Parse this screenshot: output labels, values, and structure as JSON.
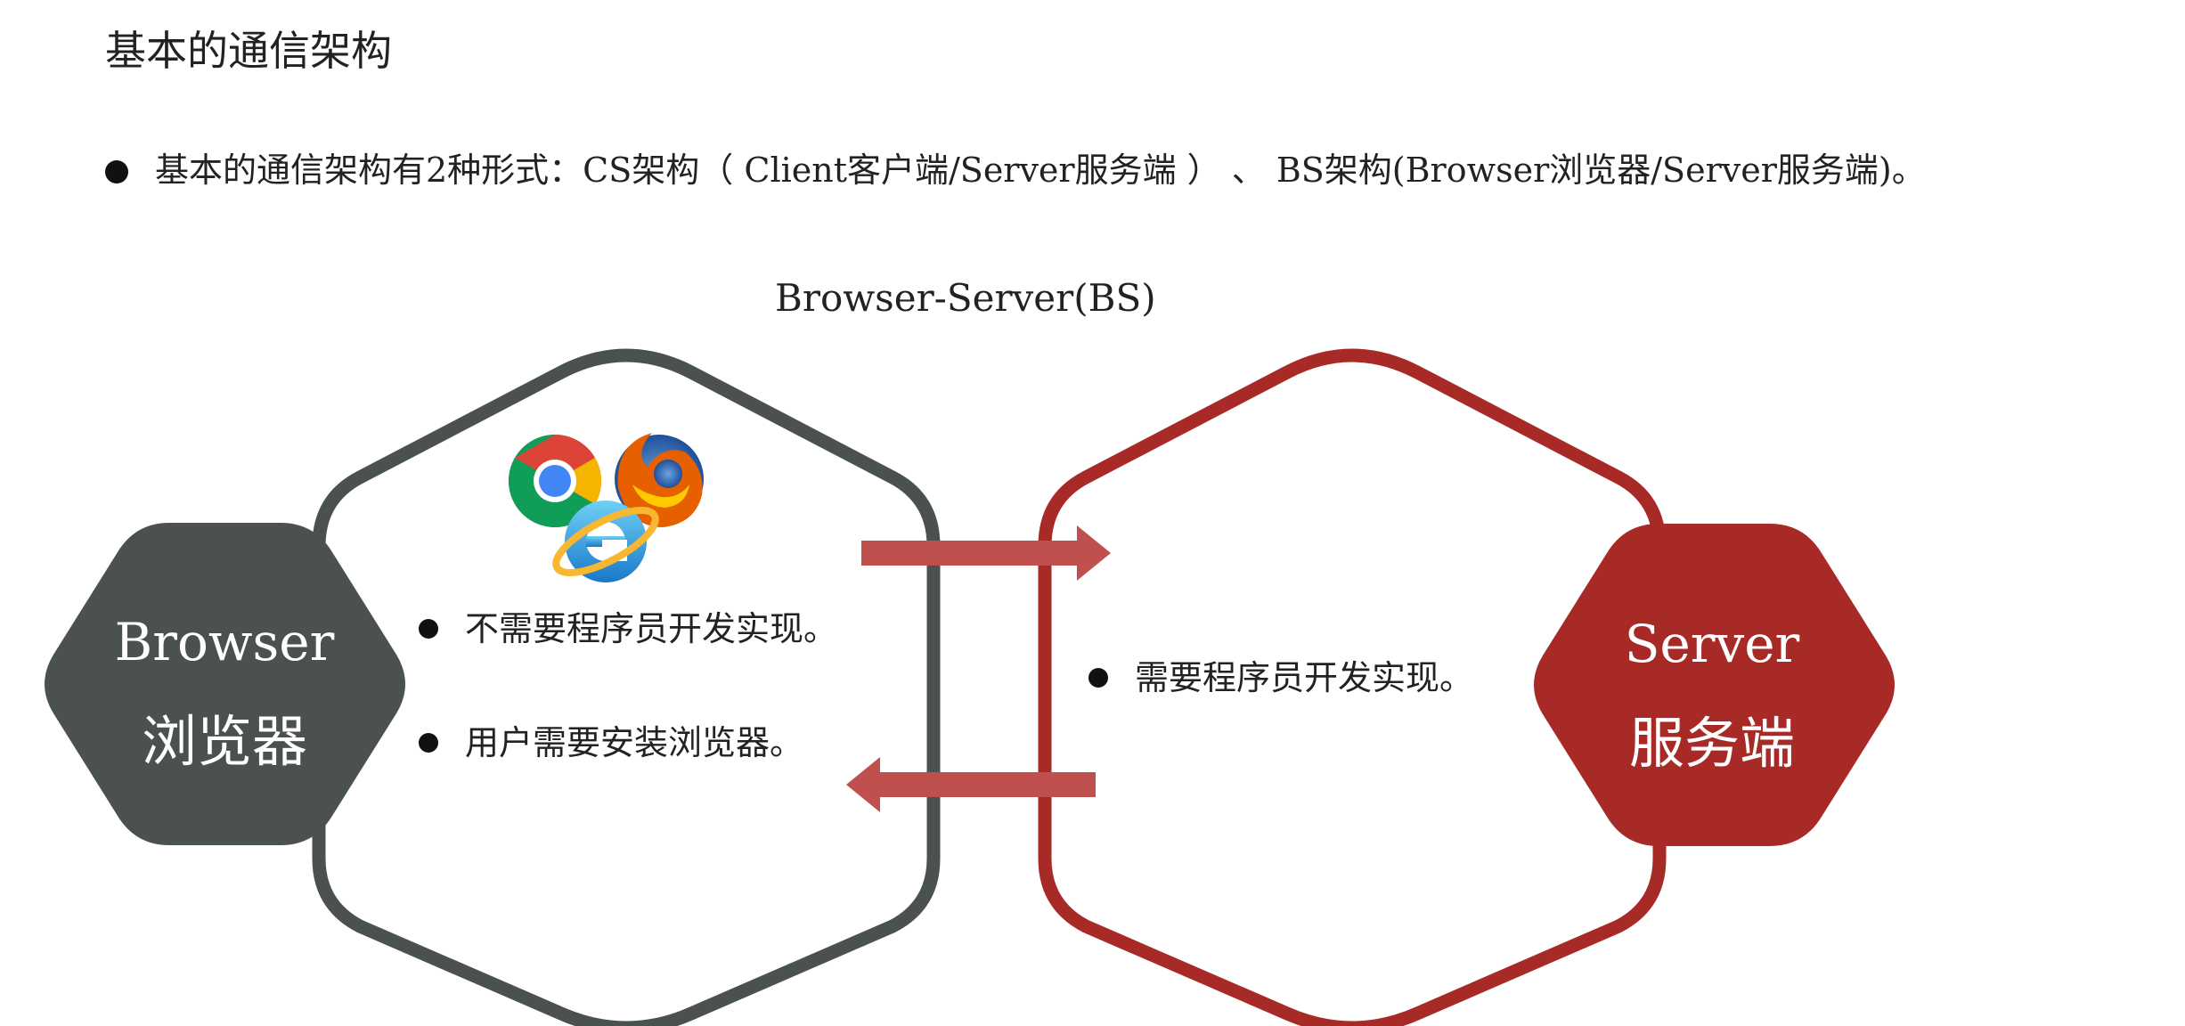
{
  "page": {
    "title": "基本的通信架构",
    "intro": "基本的通信架构有2种形式：CS架构（ Client客户端/Server服务端 ） 、 BS架构(Browser浏览器/Server服务端)。"
  },
  "diagram": {
    "caption": "Browser-Server(BS)",
    "browser": {
      "label_en": "Browser",
      "label_zh": "浏览器",
      "features": [
        "不需要程序员开发实现。",
        "用户需要安装浏览器。"
      ]
    },
    "server": {
      "label_en": "Server",
      "label_zh": "服务端",
      "features": [
        "需要程序员开发实现。"
      ]
    },
    "icons": [
      "chrome-icon",
      "firefox-icon",
      "internet-explorer-icon"
    ]
  },
  "colors": {
    "browser_dark": "#4b5051",
    "server_red": "#a82a27",
    "arrow_red": "#c0504d",
    "text": "#222222"
  }
}
